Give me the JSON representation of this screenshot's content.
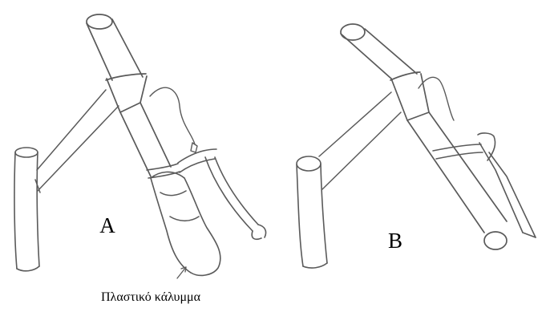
{
  "labels": {
    "a": "A",
    "b": "B"
  },
  "caption": "Πλαστικό κάλυμμα"
}
